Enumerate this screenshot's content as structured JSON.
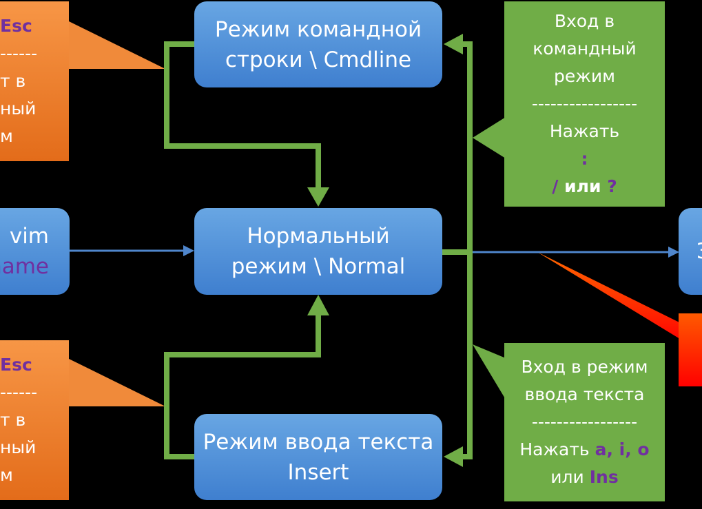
{
  "nodes": {
    "cmdline": {
      "line1": "Режим командной",
      "line2": "строки \\ Cmdline"
    },
    "normal": {
      "line1": "Нормальный",
      "line2": "режим \\ Normal"
    },
    "insert": {
      "line1": "Режим ввода текста",
      "line2": "Insert"
    },
    "left": {
      "line1": "vim",
      "line2": "name"
    },
    "right": {
      "text": "З"
    }
  },
  "callouts": {
    "cmd_entry": {
      "line1": "Вход в",
      "line2": "командный",
      "line3": "режим",
      "sep": "-----------------",
      "press": "Нажать",
      "colon": ":",
      "slash": "/",
      "or": " или ",
      "q": "?"
    },
    "ins_entry": {
      "line1": "Вход в режим",
      "line2": "ввода текста",
      "sep": "-----------------",
      "press": "Нажать ",
      "keys": "a, i, o",
      "or": "или ",
      "ins": "Ins"
    },
    "esc_top": {
      "esc": "Esc",
      "sep": "------",
      "line1": "т в",
      "line2": "ный",
      "line3": "м"
    },
    "esc_bottom": {
      "esc": "Esc",
      "sep": "------",
      "line1": "т в",
      "line2": "ный",
      "line3": "м"
    }
  },
  "colors": {
    "blue": "#4a8ad8",
    "green": "#70ad47",
    "orange": "#f07f2a",
    "red": "#ff0000",
    "purple": "#7030a0"
  }
}
